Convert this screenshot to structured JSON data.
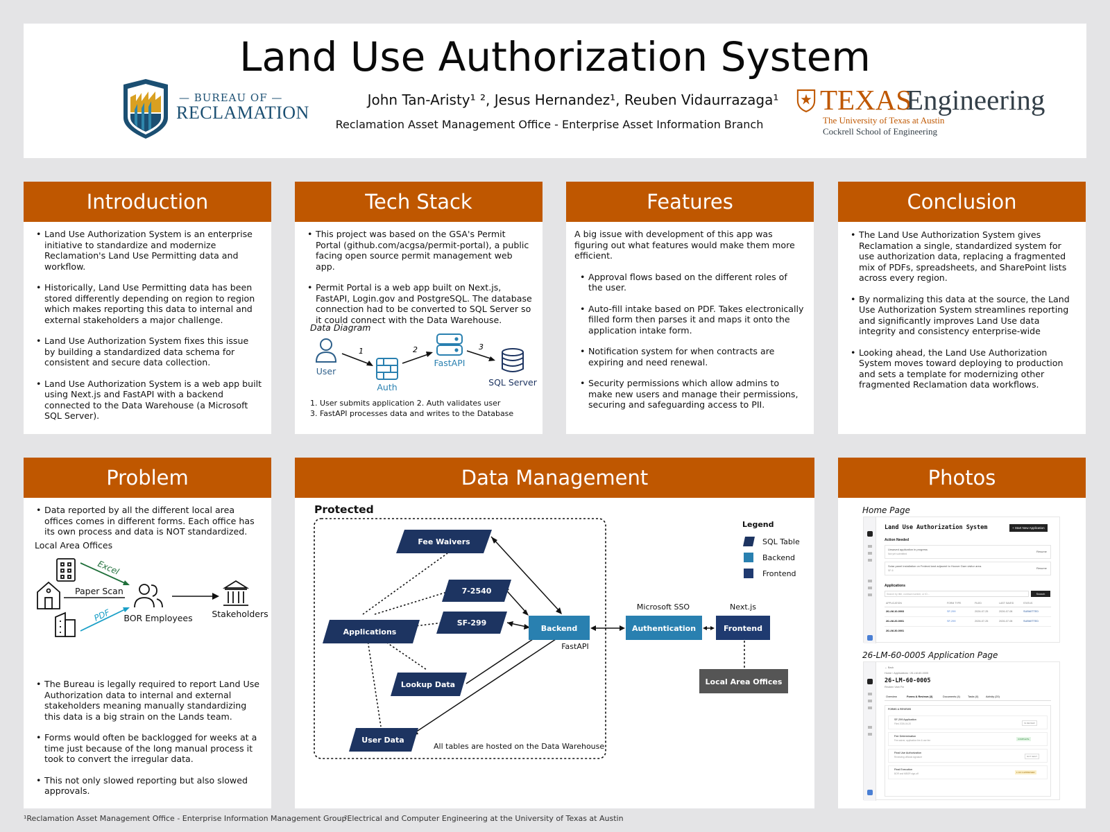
{
  "header": {
    "title": "Land Use Authorization System",
    "authors": "John Tan-Aristy¹ ², Jesus Hernandez¹, Reuben Vidaurrazaga¹",
    "affiliation": "Reclamation Asset Management Office - Enterprise Asset Information Branch",
    "bor_logo": {
      "line1": "— BUREAU OF —",
      "line2": "RECLAMATION"
    },
    "texas_logo": {
      "word1": "TEXAS",
      "word2": "Engineering",
      "line1": "The University of Texas at Austin",
      "line2": "Cockrell School of Engineering"
    }
  },
  "introduction": {
    "title": "Introduction",
    "bullets": [
      "Land Use Authorization System is an enterprise initiative to standardize and modernize Reclamation's Land Use Permitting data and workflow.",
      "Historically, Land Use Permitting data has been stored differently depending on region to region which makes reporting this data to internal and external stakeholders a major challenge.",
      "Land Use Authorization System fixes this issue by building a standardized data schema for consistent and secure data collection.",
      "Land Use Authorization System is a web app built using Next.js and FastAPI with a backend connected to the Data Warehouse (a Microsoft SQL Server)."
    ]
  },
  "tech_stack": {
    "title": "Tech Stack",
    "bullets": [
      "This project was based on the GSA's Permit Portal (github.com/acgsa/permit-portal), a public facing open source permit management web app.",
      "Permit Portal is a web app built on Next.js, FastAPI, Login.gov and PostgreSQL. The database connection had to be converted to SQL Server so it could connect with the Data Warehouse."
    ],
    "diagram_title": "Data Diagram",
    "nodes": {
      "user": "User",
      "auth": "Auth",
      "fastapi": "FastAPI",
      "sql": "SQL Server"
    },
    "steps": [
      "1",
      "2",
      "3"
    ],
    "caption1": "1. User submits application 2. Auth validates user",
    "caption2": "3. FastAPI processes data and writes to the Database"
  },
  "features": {
    "title": "Features",
    "intro": "A big issue with development of this app was figuring out what features would make them more efficient.",
    "bullets": [
      "Approval flows based on the different roles of the user.",
      "Auto-fill intake based on PDF. Takes electronically filled form then parses it and maps it onto the application intake form.",
      "Notification system for when contracts are expiring and need renewal.",
      "Security permissions which allow admins to make new users and manage their permissions, securing and safeguarding access to PII."
    ]
  },
  "conclusion": {
    "title": "Conclusion",
    "bullets": [
      "The Land Use Authorization System gives Reclamation a single, standardized system for use authorization data, replacing a fragmented mix of PDFs, spreadsheets, and SharePoint lists across every region.",
      "By normalizing this data at the source, the Land Use Authorization System streamlines reporting and significantly improves Land Use data integrity and consistency enterprise-wide",
      "Looking ahead, the Land Use Authorization System moves toward deploying to production and sets a template for modernizing other fragmented Reclamation data workflows."
    ]
  },
  "problem": {
    "title": "Problem",
    "bullets_top": [
      "Data reported by all the different local area offices comes in different forms. Each office has its own process and data is NOT standardized."
    ],
    "diagram": {
      "offices_label": "Local Area Offices",
      "excel": "Excel",
      "paper": "Paper Scan",
      "pdf": "PDF",
      "employees": "BOR Employees",
      "stakeholders": "Stakeholders"
    },
    "bullets_bottom": [
      "The Bureau is legally required to report Land Use Authorization data to internal and external stakeholders meaning manually standardizing this data is a big strain on the Lands team.",
      "Forms would often be backlogged for weeks at a time just because of the long manual process it took to convert the irregular data.",
      "This not only slowed reporting but also slowed approvals."
    ]
  },
  "data_management": {
    "title": "Data Management",
    "protected": "Protected",
    "nodes": {
      "fee_waivers": "Fee Waivers",
      "f7540": "7-2540",
      "sf299": "SF-299",
      "applications": "Applications",
      "lookup": "Lookup Data",
      "user_data": "User Data",
      "backend": "Backend",
      "fastapi": "FastAPI",
      "authentication": "Authentication",
      "ms_sso": "Microsoft SSO",
      "frontend": "Frontend",
      "nextjs": "Next.js",
      "local_offices": "Local Area Offices"
    },
    "legend": {
      "title": "Legend",
      "sql": "SQL Table",
      "backend": "Backend",
      "frontend": "Frontend"
    },
    "footer": "All tables are hosted on the Data Warehouse",
    "colors": {
      "sql": "#1d3461",
      "backend": "#2980b0",
      "frontend": "#1f3a70",
      "offices": "#555555"
    }
  },
  "photos": {
    "title": "Photos",
    "home_label": "Home Page",
    "app_label": "26-LM-60-0005 Application Page",
    "home": {
      "title": "Land Use Authorization System",
      "button": "+ Start New Application",
      "action_needed": "Action Needed",
      "row1": "Unsaved application in progress",
      "row1_sub": "Not yet submitted",
      "row2": "Solar panel installation on Federal land adjacent to Hoover Dam visitor area.",
      "row2_sub": "SF-6",
      "resume": "Resume",
      "applications": "Applications",
      "search_placeholder": "Search by title, contract number, or ID...",
      "search_btn": "Search",
      "cols": [
        "APPLICATION",
        "FORM TYPE",
        "FILED",
        "LAST SAVED",
        "STATUS"
      ],
      "rows": [
        [
          "26-LM-10-0003",
          "SF-299",
          "2026-07-25",
          "2026-07-08",
          "SUBMITTED"
        ],
        [
          "26-LM-20-0001",
          "SF-299",
          "2026-07-25",
          "2026-07-08",
          "SUBMITTED"
        ],
        [
          "26-LM-30-0001",
          "",
          "",
          "",
          ""
        ]
      ]
    },
    "app": {
      "breadcrumb": "Home › Applications › 26-LM-60-0005",
      "back": "← Back",
      "id": "26-LM-60-0005",
      "owner": "Reuben Vam Fin",
      "tabs": [
        "Overview",
        "Forms & Reviews (3)",
        "Documents (4)",
        "Tasks (0)",
        "Activity (20)"
      ],
      "section": "FORMS & REVIEWS",
      "items": [
        {
          "name": "SF-299 Application",
          "sub": "Filed 2026-04-20",
          "tag": "IN REVIEW"
        },
        {
          "name": "Fee Determination",
          "sub": "Fee waiver, application fee & use fee",
          "tag": "COMPLETE"
        },
        {
          "name": "Final Use Authorization",
          "sub": "Reviewing officials signature",
          "tag": "NOT SENT"
        },
        {
          "name": "Final Execution",
          "sub": "BOR and MBOR sign-off",
          "tag": "1 OF 3 APPROVED"
        }
      ]
    }
  },
  "footnotes": {
    "one": "¹Reclamation Asset Management Office - Enterprise Information Management Group",
    "two": "²Electrical and Computer Engineering at the University of Texas at Austin"
  }
}
